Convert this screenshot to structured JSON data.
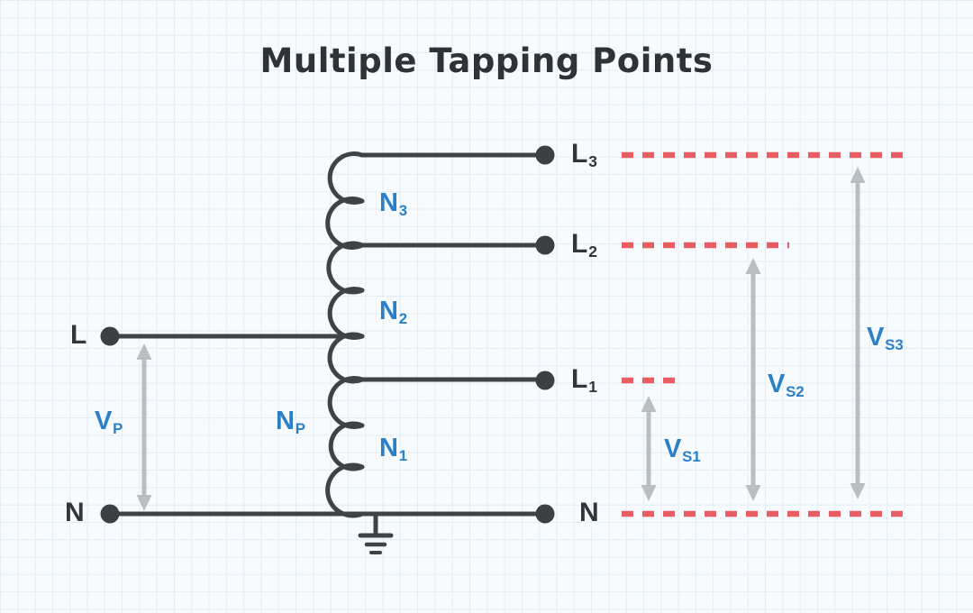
{
  "title": "Multiple Tapping Points",
  "colors": {
    "line": "#3d4347",
    "blue_label": "#2b80c8",
    "red_dashed": "#e85d64",
    "gray_arrow": "#b9bec2",
    "background": "#f7fbfd",
    "grid": "#e2edf6",
    "dark_text": "#2d3338"
  },
  "terminals": {
    "left_live": {
      "main": "L",
      "sub": ""
    },
    "left_neutral": {
      "main": "N",
      "sub": ""
    },
    "tap3": {
      "main": "L",
      "sub": "3"
    },
    "tap2": {
      "main": "L",
      "sub": "2"
    },
    "tap1": {
      "main": "L",
      "sub": "1"
    },
    "right_neutral": {
      "main": "N",
      "sub": ""
    }
  },
  "windings": {
    "n3": {
      "main": "N",
      "sub": "3"
    },
    "n2": {
      "main": "N",
      "sub": "2"
    },
    "n1": {
      "main": "N",
      "sub": "1"
    },
    "np": {
      "main": "N",
      "sub": "P"
    }
  },
  "voltages": {
    "vp": {
      "main": "V",
      "sub": "P"
    },
    "vs1": {
      "main": "V",
      "sub": "S1"
    },
    "vs2": {
      "main": "V",
      "sub": "S2"
    },
    "vs3": {
      "main": "V",
      "sub": "S3"
    }
  },
  "icons": {
    "ground": "earth-ground-icon"
  }
}
